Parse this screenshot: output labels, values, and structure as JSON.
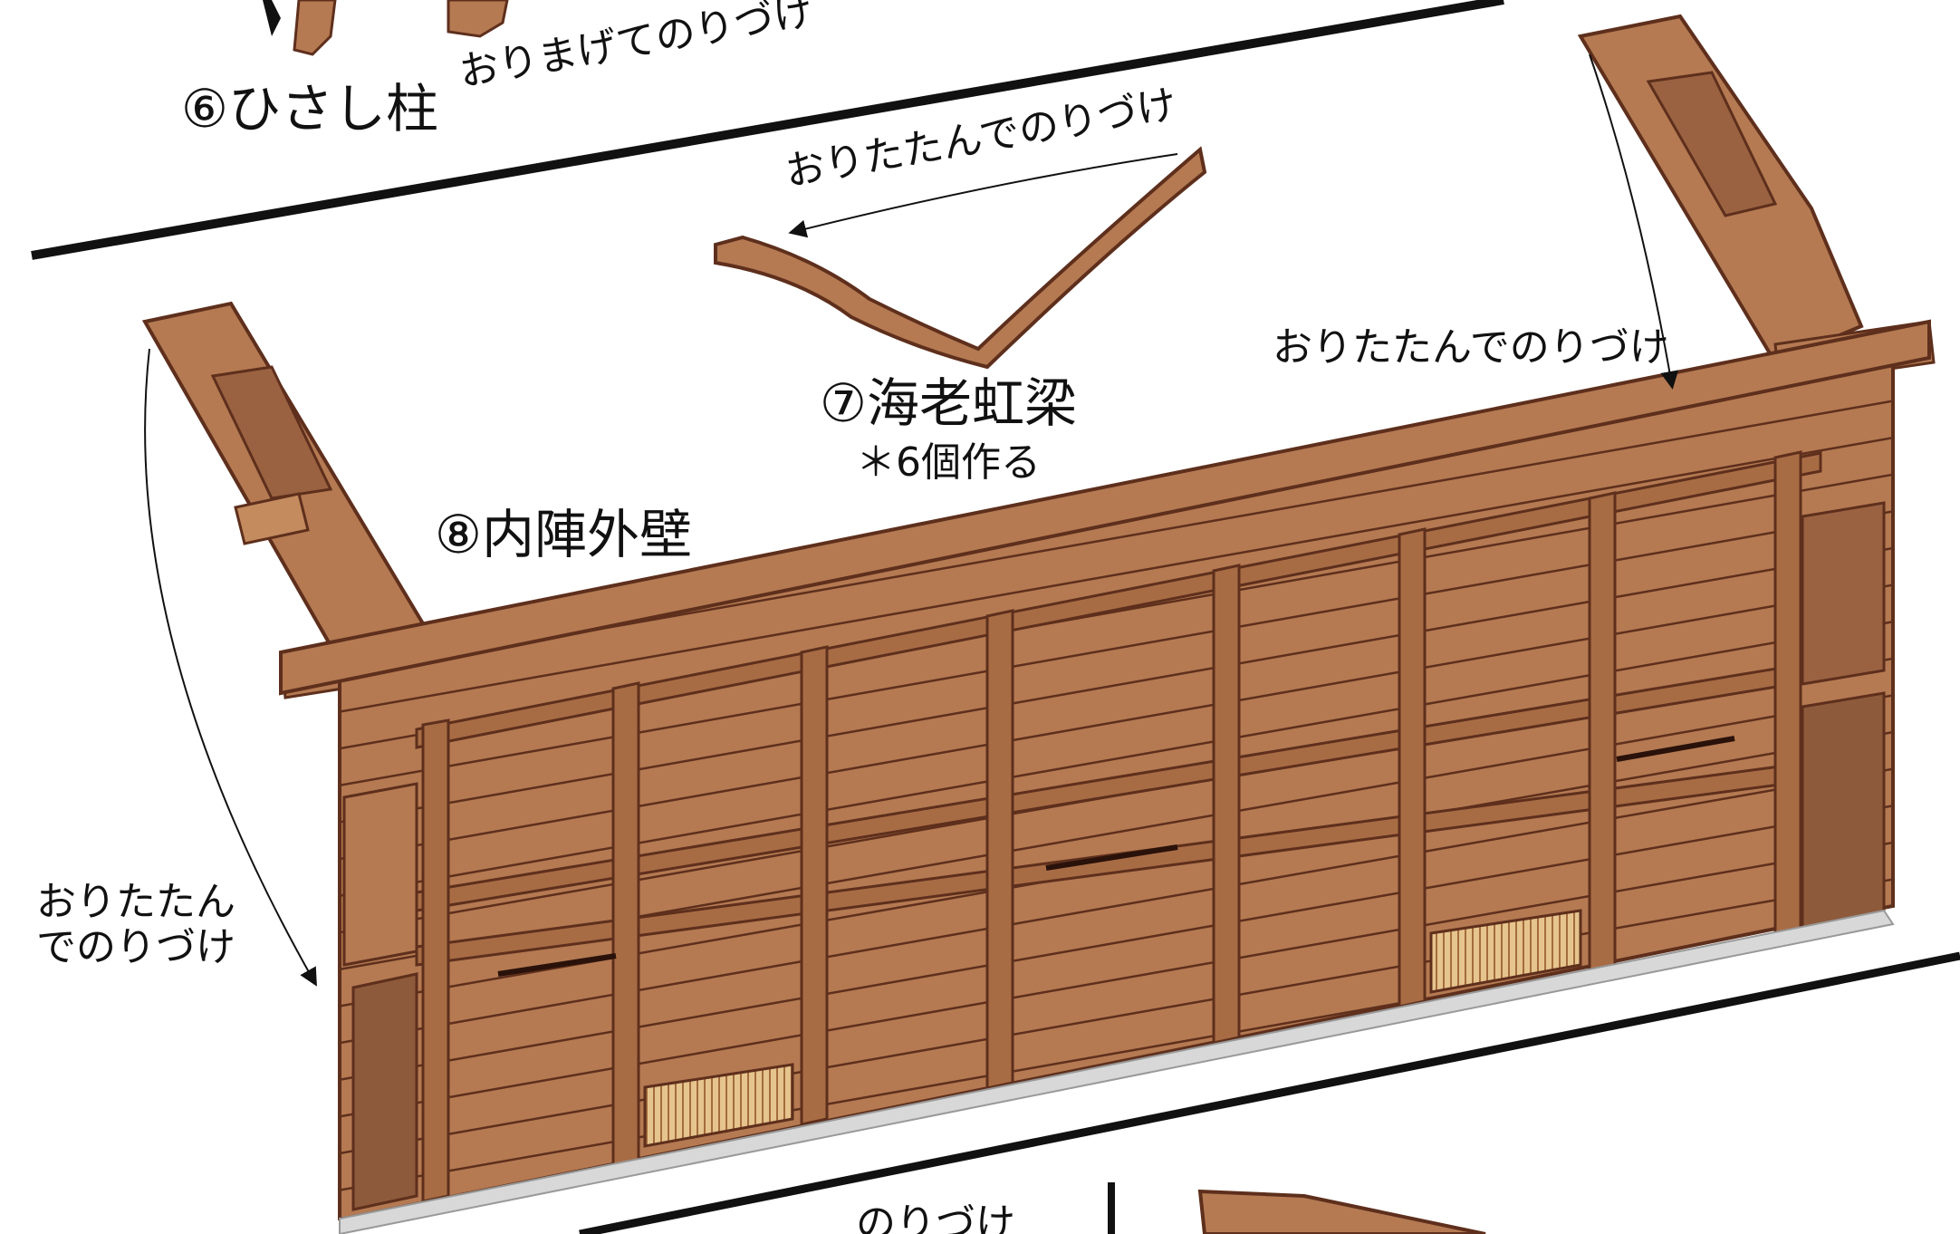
{
  "parts": {
    "p6": {
      "title": "⑥ひさし柱",
      "note": "おりまげてのりづけ"
    },
    "p7": {
      "title": "⑦海老虹梁",
      "sub": "＊6個作る",
      "note": "おりたたんでのりづけ"
    },
    "p8": {
      "title": "⑧内陣外壁",
      "note_right": "おりたたんでのりづけ",
      "note_left_line1": "おりたたん",
      "note_left_line2": "でのりづけ"
    }
  },
  "bottom_partial_note": "のりづけ",
  "colors": {
    "wood": "#b57a52",
    "wood_dark": "#5e2f1c",
    "panel": "#9a6241",
    "lattice": "#e6c48e",
    "line": "#111111"
  }
}
